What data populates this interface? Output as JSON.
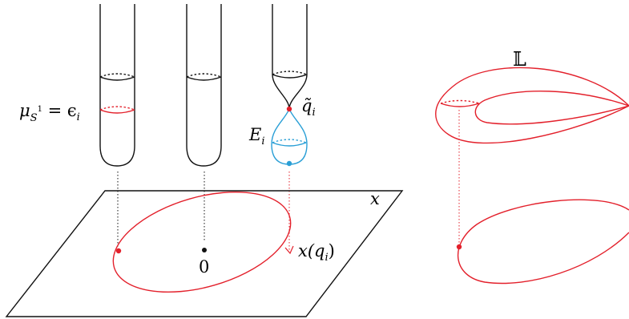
{
  "labels": {
    "mu_base": "μ",
    "mu_sub": "S",
    "mu_sup": "1",
    "mu_eq": " = ϵ",
    "mu_eq_sub": "i",
    "qtilde": "q̃",
    "qtilde_sub": "i",
    "E": "E",
    "E_sub": "i",
    "x_plane": "x",
    "origin": "0",
    "xq": "x(q",
    "xq_sub": "i",
    "xq_close": ")",
    "L": "𝕃"
  },
  "colors": {
    "red": "#e3202b",
    "blue": "#2a9fd6",
    "black": "#111111"
  }
}
